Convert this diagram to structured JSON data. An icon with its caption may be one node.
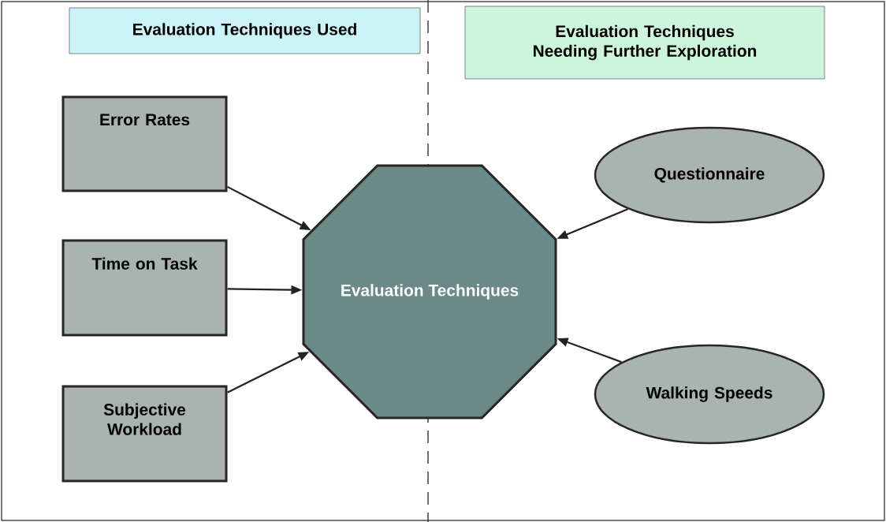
{
  "diagram": {
    "nodes": [
      {
        "text": [
          "Evaluation Techniques Used"
        ]
      },
      {
        "text": [
          "Evaluation Techniques Needing Further Exploration"
        ]
      },
      {
        "text": [
          "Error Rates"
        ]
      },
      {
        "text": [
          "Time on Task"
        ]
      },
      {
        "text": [
          "Subjective Workload"
        ]
      },
      {
        "text": [
          "Evaluation Techniques"
        ]
      },
      {
        "text": [
          "Questionnaire"
        ]
      },
      {
        "text": [
          "Walking Speeds"
        ]
      }
    ],
    "edges": [
      {
        "from": 2,
        "to": 5,
        "arrow": "to"
      },
      {
        "from": 3,
        "to": 5,
        "arrow": "to"
      },
      {
        "from": 4,
        "to": 5,
        "arrow": "to"
      },
      {
        "from": 6,
        "to": 5,
        "arrow": "to"
      },
      {
        "from": 7,
        "to": 5,
        "arrow": "to"
      }
    ]
  }
}
